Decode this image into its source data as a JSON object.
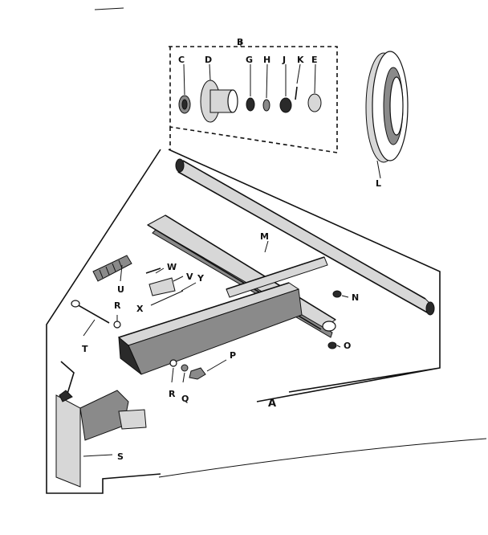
{
  "labels": {
    "A": "A",
    "B": "B",
    "C": "C",
    "D": "D",
    "G": "G",
    "H": "H",
    "J": "J",
    "K": "K",
    "E": "E",
    "L": "L",
    "M": "M",
    "N": "N",
    "O": "O",
    "P": "P",
    "Q": "Q",
    "R1": "R",
    "R2": "R",
    "S": "S",
    "T": "T",
    "U": "U",
    "V": "V",
    "W": "W",
    "X": "X",
    "Y": "Y"
  }
}
